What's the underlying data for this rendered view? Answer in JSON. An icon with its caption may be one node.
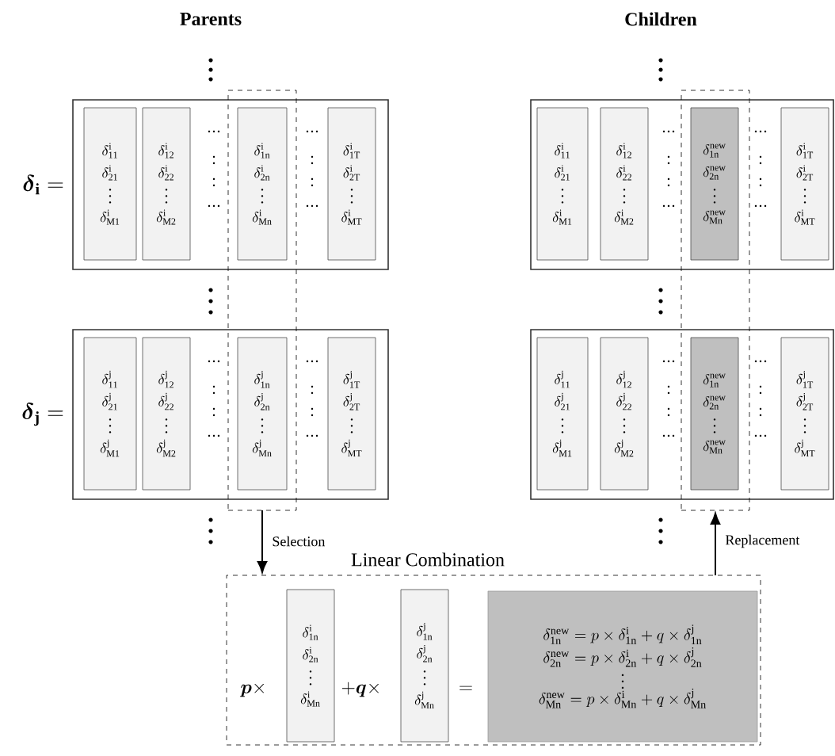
{
  "diagram": {
    "nodes": [
      {
        "text": [
          "\\boldsymbol{\\delta}_{\\mathbf{i}}="
        ]
      },
      {
        "text": [
          "\\delta^{\\mathrm{i}}_{\\mathrm{11}}",
          "\\delta^{\\mathrm{i}}_{\\mathrm{21}}",
          "\\delta^{\\mathrm{i}}_{\\mathrm{M1}}"
        ],
        "in": 0
      },
      {
        "text": [
          "\\delta^{\\mathrm{i}}_{\\mathrm{12}}",
          "\\delta^{\\mathrm{i}}_{\\mathrm{22}}",
          "\\delta^{\\mathrm{i}}_{\\mathrm{M2}}"
        ],
        "in": 0
      },
      {
        "text": [
          "\\delta^{\\mathrm{i}}_{\\mathrm{1n}}",
          "\\delta^{\\mathrm{i}}_{\\mathrm{2n}}",
          "\\delta^{\\mathrm{i}}_{\\mathrm{Mn}}"
        ]
      },
      {
        "text": [
          "\\delta^{\\mathrm{i}}_{\\mathrm{1T}}",
          "\\delta^{\\mathrm{i}}_{\\mathrm{2T}}",
          "\\delta^{\\mathrm{i}}_{\\mathrm{MT}}"
        ],
        "in": 0
      },
      {
        "text": [
          "\\boldsymbol{\\delta}_{\\mathbf{j}}="
        ]
      },
      {
        "text": [
          "\\delta^{\\mathrm{j}}_{\\mathrm{11}}",
          "\\delta^{\\mathrm{j}}_{\\mathrm{21}}",
          "\\delta^{\\mathrm{j}}_{\\mathrm{M1}}"
        ],
        "in": 5
      },
      {
        "text": [
          "\\delta^{\\mathrm{j}}_{\\mathrm{12}}",
          "\\delta^{\\mathrm{j}}_{\\mathrm{22}}",
          "\\delta^{\\mathrm{j}}_{\\mathrm{M2}}"
        ],
        "in": 5
      },
      {
        "text": [
          "\\delta^{\\mathrm{j}}_{\\mathrm{1n}}",
          "\\delta^{\\mathrm{j}}_{\\mathrm{2n}}",
          "\\delta^{\\mathrm{j}}_{\\mathrm{Mn}}"
        ]
      },
      {
        "text": [
          "\\delta^{\\mathrm{j}}_{\\mathrm{1T}}",
          "\\delta^{\\mathrm{j}}_{\\mathrm{2T}}",
          "\\delta^{\\mathrm{j}}_{\\mathrm{MT}}"
        ],
        "in": 5
      },
      {
        "text": [],
        "shape": "box"
      },
      {
        "text": [],
        "shape": "box"
      },
      {
        "text": [
          "\\delta^{\\mathrm{i}}_{\\mathrm{11}}",
          "\\delta^{\\mathrm{i}}_{\\mathrm{21}}",
          "\\delta^{\\mathrm{i}}_{\\mathrm{M1}}"
        ],
        "in": 11
      },
      {
        "text": [
          "\\delta^{\\mathrm{i}}_{\\mathrm{12}}",
          "\\delta^{\\mathrm{i}}_{\\mathrm{22}}",
          "\\delta^{\\mathrm{i}}_{\\mathrm{M2}}"
        ],
        "in": 11
      },
      {
        "text": [
          "\\delta^{\\mathrm{new}}_{\\mathrm{1n}}",
          "\\delta^{\\mathrm{new}}_{\\mathrm{2n}}",
          "\\delta^{\\mathrm{new}}_{\\mathrm{Mn}}"
        ]
      },
      {
        "text": [
          "\\delta^{\\mathrm{i}}_{\\mathrm{1T}}",
          "\\delta^{\\mathrm{i}}_{\\mathrm{2T}}",
          "\\delta^{\\mathrm{i}}_{\\mathrm{MT}}"
        ],
        "in": 11
      },
      {
        "text": [],
        "shape": "box"
      },
      {
        "text": [
          "\\delta^{\\mathrm{j}}_{\\mathrm{11}}",
          "\\delta^{\\mathrm{j}}_{\\mathrm{21}}",
          "\\delta^{\\mathrm{j}}_{\\mathrm{M1}}"
        ],
        "in": 16
      },
      {
        "text": [
          "\\delta^{\\mathrm{j}}_{\\mathrm{12}}",
          "\\delta^{\\mathrm{j}}_{\\mathrm{22}}",
          "\\delta^{\\mathrm{j}}_{\\mathrm{M2}}"
        ],
        "in": 16
      },
      {
        "text": [
          "\\delta^{\\mathrm{new}}_{\\mathrm{1n}}",
          "\\delta^{\\mathrm{new}}_{\\mathrm{2n}}",
          "\\delta^{\\mathrm{new}}_{\\mathrm{Mn}}"
        ]
      },
      {
        "text": [
          "\\delta^{\\mathrm{j}}_{\\mathrm{1T}}",
          "\\delta^{\\mathrm{j}}_{\\mathrm{2T}}",
          "\\delta^{\\mathrm{j}}_{\\mathrm{MT}}"
        ],
        "in": 16
      },
      {
        "text": [],
        "shape": "box"
      },
      {
        "text": [
          "Linear Combination"
        ]
      },
      {
        "text": [
          "\\delta^{\\mathrm{i}}_{\\mathrm{1n}}",
          "\\delta^{\\mathrm{i}}_{\\mathrm{2n}}",
          "\\delta^{\\mathrm{i}}_{\\mathrm{Mn}}"
        ],
        "in": 22
      },
      {
        "text": [
          "\\delta^{\\mathrm{j}}_{\\mathrm{1n}}",
          "\\delta^{\\mathrm{j}}_{\\mathrm{2n}}",
          "\\delta^{\\mathrm{j}}_{\\mathrm{Mn}}"
        ],
        "in": 22
      },
      {
        "text": [
          "\\delta^{\\mathrm{new}}_{\\mathrm{1n}} = p\\times\\delta^{\\mathrm{i}}_{\\mathrm{1n}} + q\\times\\delta^{\\mathrm{j}}_{\\mathrm{1n}}",
          "\\delta^{\\mathrm{new}}_{\\mathrm{2n}} = p\\times\\delta^{\\mathrm{i}}_{\\mathrm{2n}} + q\\times\\delta^{\\mathrm{j}}_{\\mathrm{2n}}",
          "\\delta^{\\mathrm{new}}_{\\mathrm{Mn}} = p\\times\\delta^{\\mathrm{i}}_{\\mathrm{Mn}} + q\\times\\delta^{\\mathrm{j}}_{\\mathrm{Mn}}"
        ],
        "in": 22
      }
    ],
    "edges": [
      {
        "from": 10,
        "to": 22,
        "arrow": "to",
        "label": "Selection"
      },
      {
        "from": 22,
        "to": 21,
        "arrow": "to",
        "label": "Replacement"
      }
    ],
    "labels": [
      "Parents",
      "Children",
      "\\boldsymbol{p}\\times",
      "+\\boldsymbol{q}\\times",
      "="
    ]
  }
}
